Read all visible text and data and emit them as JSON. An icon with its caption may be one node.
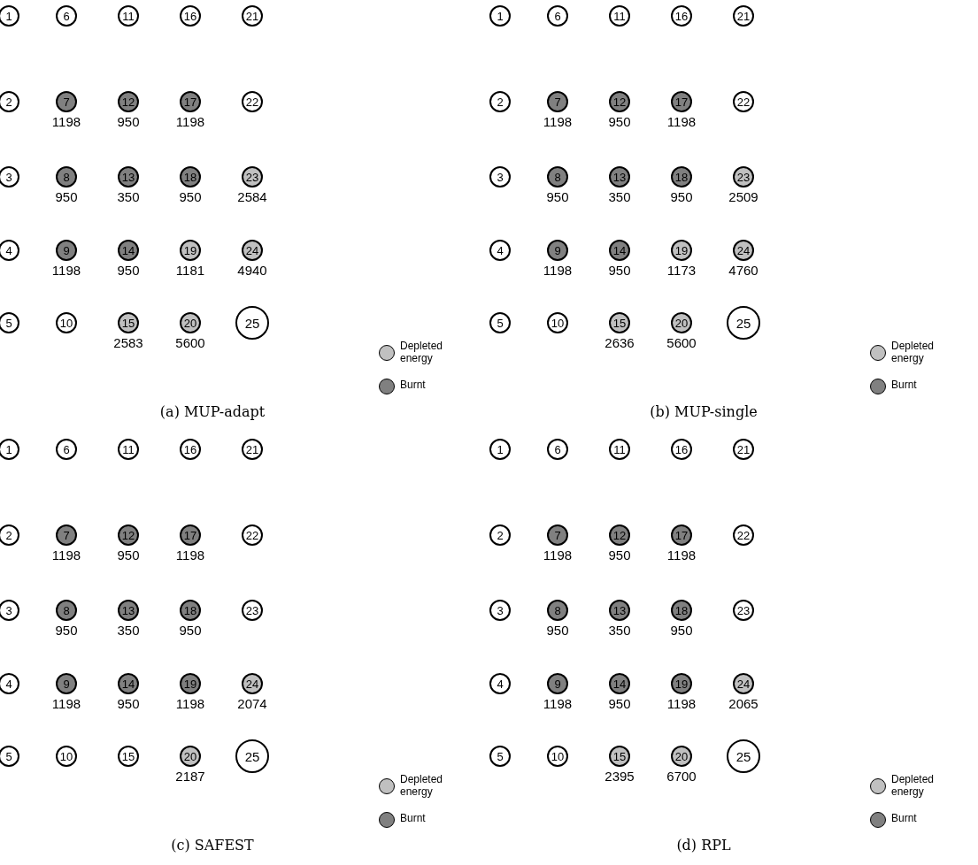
{
  "diagram": {
    "nodes": [
      {
        "text": [
          "1"
        ]
      },
      {
        "text": [
          "2"
        ]
      },
      {
        "text": [
          "3"
        ]
      },
      {
        "text": [
          "4"
        ]
      },
      {
        "text": [
          "5"
        ]
      },
      {
        "text": [
          "6"
        ]
      },
      {
        "text": [
          "7"
        ],
        "beside": [
          "1198"
        ]
      },
      {
        "text": [
          "8"
        ],
        "beside": [
          "950"
        ]
      },
      {
        "text": [
          "9"
        ],
        "beside": [
          "1198"
        ]
      },
      {
        "text": [
          "10"
        ]
      },
      {
        "text": [
          "11"
        ]
      },
      {
        "text": [
          "12"
        ],
        "beside": [
          "950"
        ]
      },
      {
        "text": [
          "13"
        ],
        "beside": [
          "350"
        ]
      },
      {
        "text": [
          "14"
        ],
        "beside": [
          "950"
        ]
      },
      {
        "text": [
          "15"
        ],
        "beside": [
          "2583"
        ]
      },
      {
        "text": [
          "16"
        ]
      },
      {
        "text": [
          "17"
        ],
        "beside": [
          "1198"
        ]
      },
      {
        "text": [
          "18"
        ],
        "beside": [
          "950"
        ]
      },
      {
        "text": [
          "19"
        ],
        "beside": [
          "1181"
        ]
      },
      {
        "text": [
          "20"
        ],
        "beside": [
          "5600"
        ]
      },
      {
        "text": [
          "21"
        ]
      },
      {
        "text": [
          "22"
        ]
      },
      {
        "text": [
          "23"
        ],
        "beside": [
          "2584"
        ]
      },
      {
        "text": [
          "24"
        ],
        "beside": [
          "4940"
        ]
      },
      {
        "text": [
          "25"
        ]
      },
      {
        "text": [
          "1"
        ]
      },
      {
        "text": [
          "2"
        ]
      },
      {
        "text": [
          "3"
        ]
      },
      {
        "text": [
          "4"
        ]
      },
      {
        "text": [
          "5"
        ]
      },
      {
        "text": [
          "6"
        ]
      },
      {
        "text": [
          "7"
        ],
        "beside": [
          "1198"
        ]
      },
      {
        "text": [
          "8"
        ],
        "beside": [
          "950"
        ]
      },
      {
        "text": [
          "9"
        ],
        "beside": [
          "1198"
        ]
      },
      {
        "text": [
          "10"
        ]
      },
      {
        "text": [
          "11"
        ]
      },
      {
        "text": [
          "12"
        ],
        "beside": [
          "950"
        ]
      },
      {
        "text": [
          "13"
        ],
        "beside": [
          "350"
        ]
      },
      {
        "text": [
          "14"
        ],
        "beside": [
          "950"
        ]
      },
      {
        "text": [
          "15"
        ],
        "beside": [
          "2636"
        ]
      },
      {
        "text": [
          "16"
        ]
      },
      {
        "text": [
          "17"
        ],
        "beside": [
          "1198"
        ]
      },
      {
        "text": [
          "18"
        ],
        "beside": [
          "950"
        ]
      },
      {
        "text": [
          "19"
        ],
        "beside": [
          "1173"
        ]
      },
      {
        "text": [
          "20"
        ],
        "beside": [
          "5600"
        ]
      },
      {
        "text": [
          "21"
        ]
      },
      {
        "text": [
          "22"
        ]
      },
      {
        "text": [
          "23"
        ],
        "beside": [
          "2509"
        ]
      },
      {
        "text": [
          "24"
        ],
        "beside": [
          "4760"
        ]
      },
      {
        "text": [
          "25"
        ]
      },
      {
        "text": [
          "1"
        ]
      },
      {
        "text": [
          "2"
        ]
      },
      {
        "text": [
          "3"
        ]
      },
      {
        "text": [
          "4"
        ]
      },
      {
        "text": [
          "5"
        ]
      },
      {
        "text": [
          "6"
        ]
      },
      {
        "text": [
          "7"
        ],
        "beside": [
          "1198"
        ]
      },
      {
        "text": [
          "8"
        ],
        "beside": [
          "950"
        ]
      },
      {
        "text": [
          "9"
        ],
        "beside": [
          "1198"
        ]
      },
      {
        "text": [
          "10"
        ]
      },
      {
        "text": [
          "11"
        ]
      },
      {
        "text": [
          "12"
        ],
        "beside": [
          "950"
        ]
      },
      {
        "text": [
          "13"
        ],
        "beside": [
          "350"
        ]
      },
      {
        "text": [
          "14"
        ],
        "beside": [
          "950"
        ]
      },
      {
        "text": [
          "15"
        ]
      },
      {
        "text": [
          "16"
        ]
      },
      {
        "text": [
          "17"
        ],
        "beside": [
          "1198"
        ]
      },
      {
        "text": [
          "18"
        ],
        "beside": [
          "950"
        ]
      },
      {
        "text": [
          "19"
        ],
        "beside": [
          "1198"
        ]
      },
      {
        "text": [
          "20"
        ],
        "beside": [
          "2187"
        ]
      },
      {
        "text": [
          "21"
        ]
      },
      {
        "text": [
          "22"
        ]
      },
      {
        "text": [
          "23"
        ]
      },
      {
        "text": [
          "24"
        ],
        "beside": [
          "2074"
        ]
      },
      {
        "text": [
          "25"
        ]
      },
      {
        "text": [
          "1"
        ]
      },
      {
        "text": [
          "2"
        ]
      },
      {
        "text": [
          "3"
        ]
      },
      {
        "text": [
          "4"
        ]
      },
      {
        "text": [
          "5"
        ]
      },
      {
        "text": [
          "6"
        ]
      },
      {
        "text": [
          "7"
        ],
        "beside": [
          "1198"
        ]
      },
      {
        "text": [
          "8"
        ],
        "beside": [
          "950"
        ]
      },
      {
        "text": [
          "9"
        ],
        "beside": [
          "1198"
        ]
      },
      {
        "text": [
          "10"
        ]
      },
      {
        "text": [
          "11"
        ]
      },
      {
        "text": [
          "12"
        ],
        "beside": [
          "950"
        ]
      },
      {
        "text": [
          "13"
        ],
        "beside": [
          "350"
        ]
      },
      {
        "text": [
          "14"
        ],
        "beside": [
          "950"
        ]
      },
      {
        "text": [
          "15"
        ],
        "beside": [
          "2395"
        ]
      },
      {
        "text": [
          "16"
        ]
      },
      {
        "text": [
          "17"
        ],
        "beside": [
          "1198"
        ]
      },
      {
        "text": [
          "18"
        ],
        "beside": [
          "950"
        ]
      },
      {
        "text": [
          "19"
        ],
        "beside": [
          "1198"
        ]
      },
      {
        "text": [
          "20"
        ],
        "beside": [
          "6700"
        ]
      },
      {
        "text": [
          "21"
        ]
      },
      {
        "text": [
          "22"
        ]
      },
      {
        "text": [
          "23"
        ]
      },
      {
        "text": [
          "24"
        ],
        "beside": [
          "2065"
        ]
      },
      {
        "text": [
          "25"
        ]
      }
    ],
    "labels": [
      "(a) MUP-adapt",
      "(b) MUP-single",
      "(c) SAFEST",
      "(d) RPL"
    ],
    "legend": [
      {
        "text": "Depleted energy",
        "color": "#c0c0c0"
      },
      {
        "text": "Burnt",
        "color": "#808080"
      },
      {
        "text": "Depleted energy",
        "color": "#c0c0c0"
      },
      {
        "text": "Burnt",
        "color": "#808080"
      },
      {
        "text": "Depleted energy",
        "color": "#c0c0c0"
      },
      {
        "text": "Burnt",
        "color": "#808080"
      },
      {
        "text": "Depleted energy",
        "color": "#c0c0c0"
      },
      {
        "text": "Burnt",
        "color": "#808080"
      }
    ]
  }
}
